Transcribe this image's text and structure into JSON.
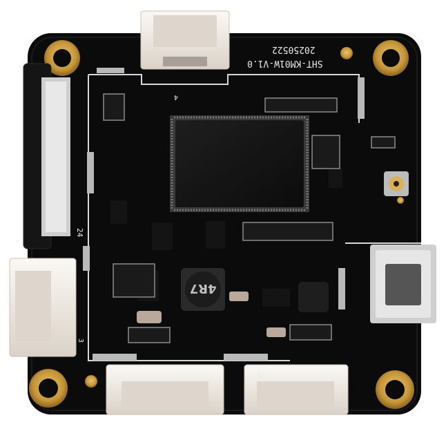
{
  "board": {
    "model": "SHT-KM01W-V1.0",
    "date_code": "20250522",
    "inductor_marking": "4R7",
    "pin_labels": [
      "24",
      "4",
      "3",
      "1"
    ]
  },
  "colors": {
    "pcb": "#0b0b0b",
    "gold": "#c79a3c",
    "silk": "#e9e9e9",
    "connector": "#efe9e3"
  }
}
